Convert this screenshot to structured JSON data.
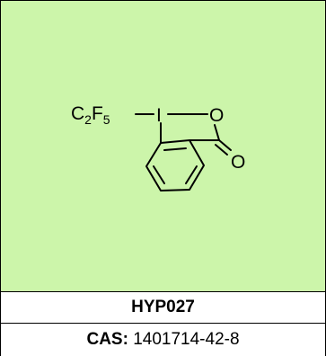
{
  "colors": {
    "panel_background": "#ccf5aa",
    "border": "#000000",
    "bond": "#000000"
  },
  "structure": {
    "substituent": {
      "main": "C",
      "sub1": "2",
      "mid": "F",
      "sub2": "5"
    },
    "atoms": {
      "iodine": "I",
      "ring_oxygen": "O",
      "carbonyl_oxygen": "O"
    }
  },
  "compound": {
    "code": "HYP027",
    "cas_label": "CAS:",
    "cas_number": "1401714-42-8"
  }
}
